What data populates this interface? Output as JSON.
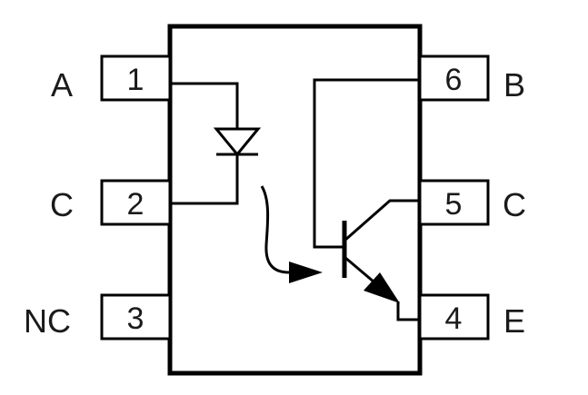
{
  "pins": [
    {
      "number": "1",
      "label": "A"
    },
    {
      "number": "2",
      "label": "C"
    },
    {
      "number": "3",
      "label": "NC"
    },
    {
      "number": "6",
      "label": "B"
    },
    {
      "number": "5",
      "label": "C"
    },
    {
      "number": "4",
      "label": "E"
    }
  ]
}
